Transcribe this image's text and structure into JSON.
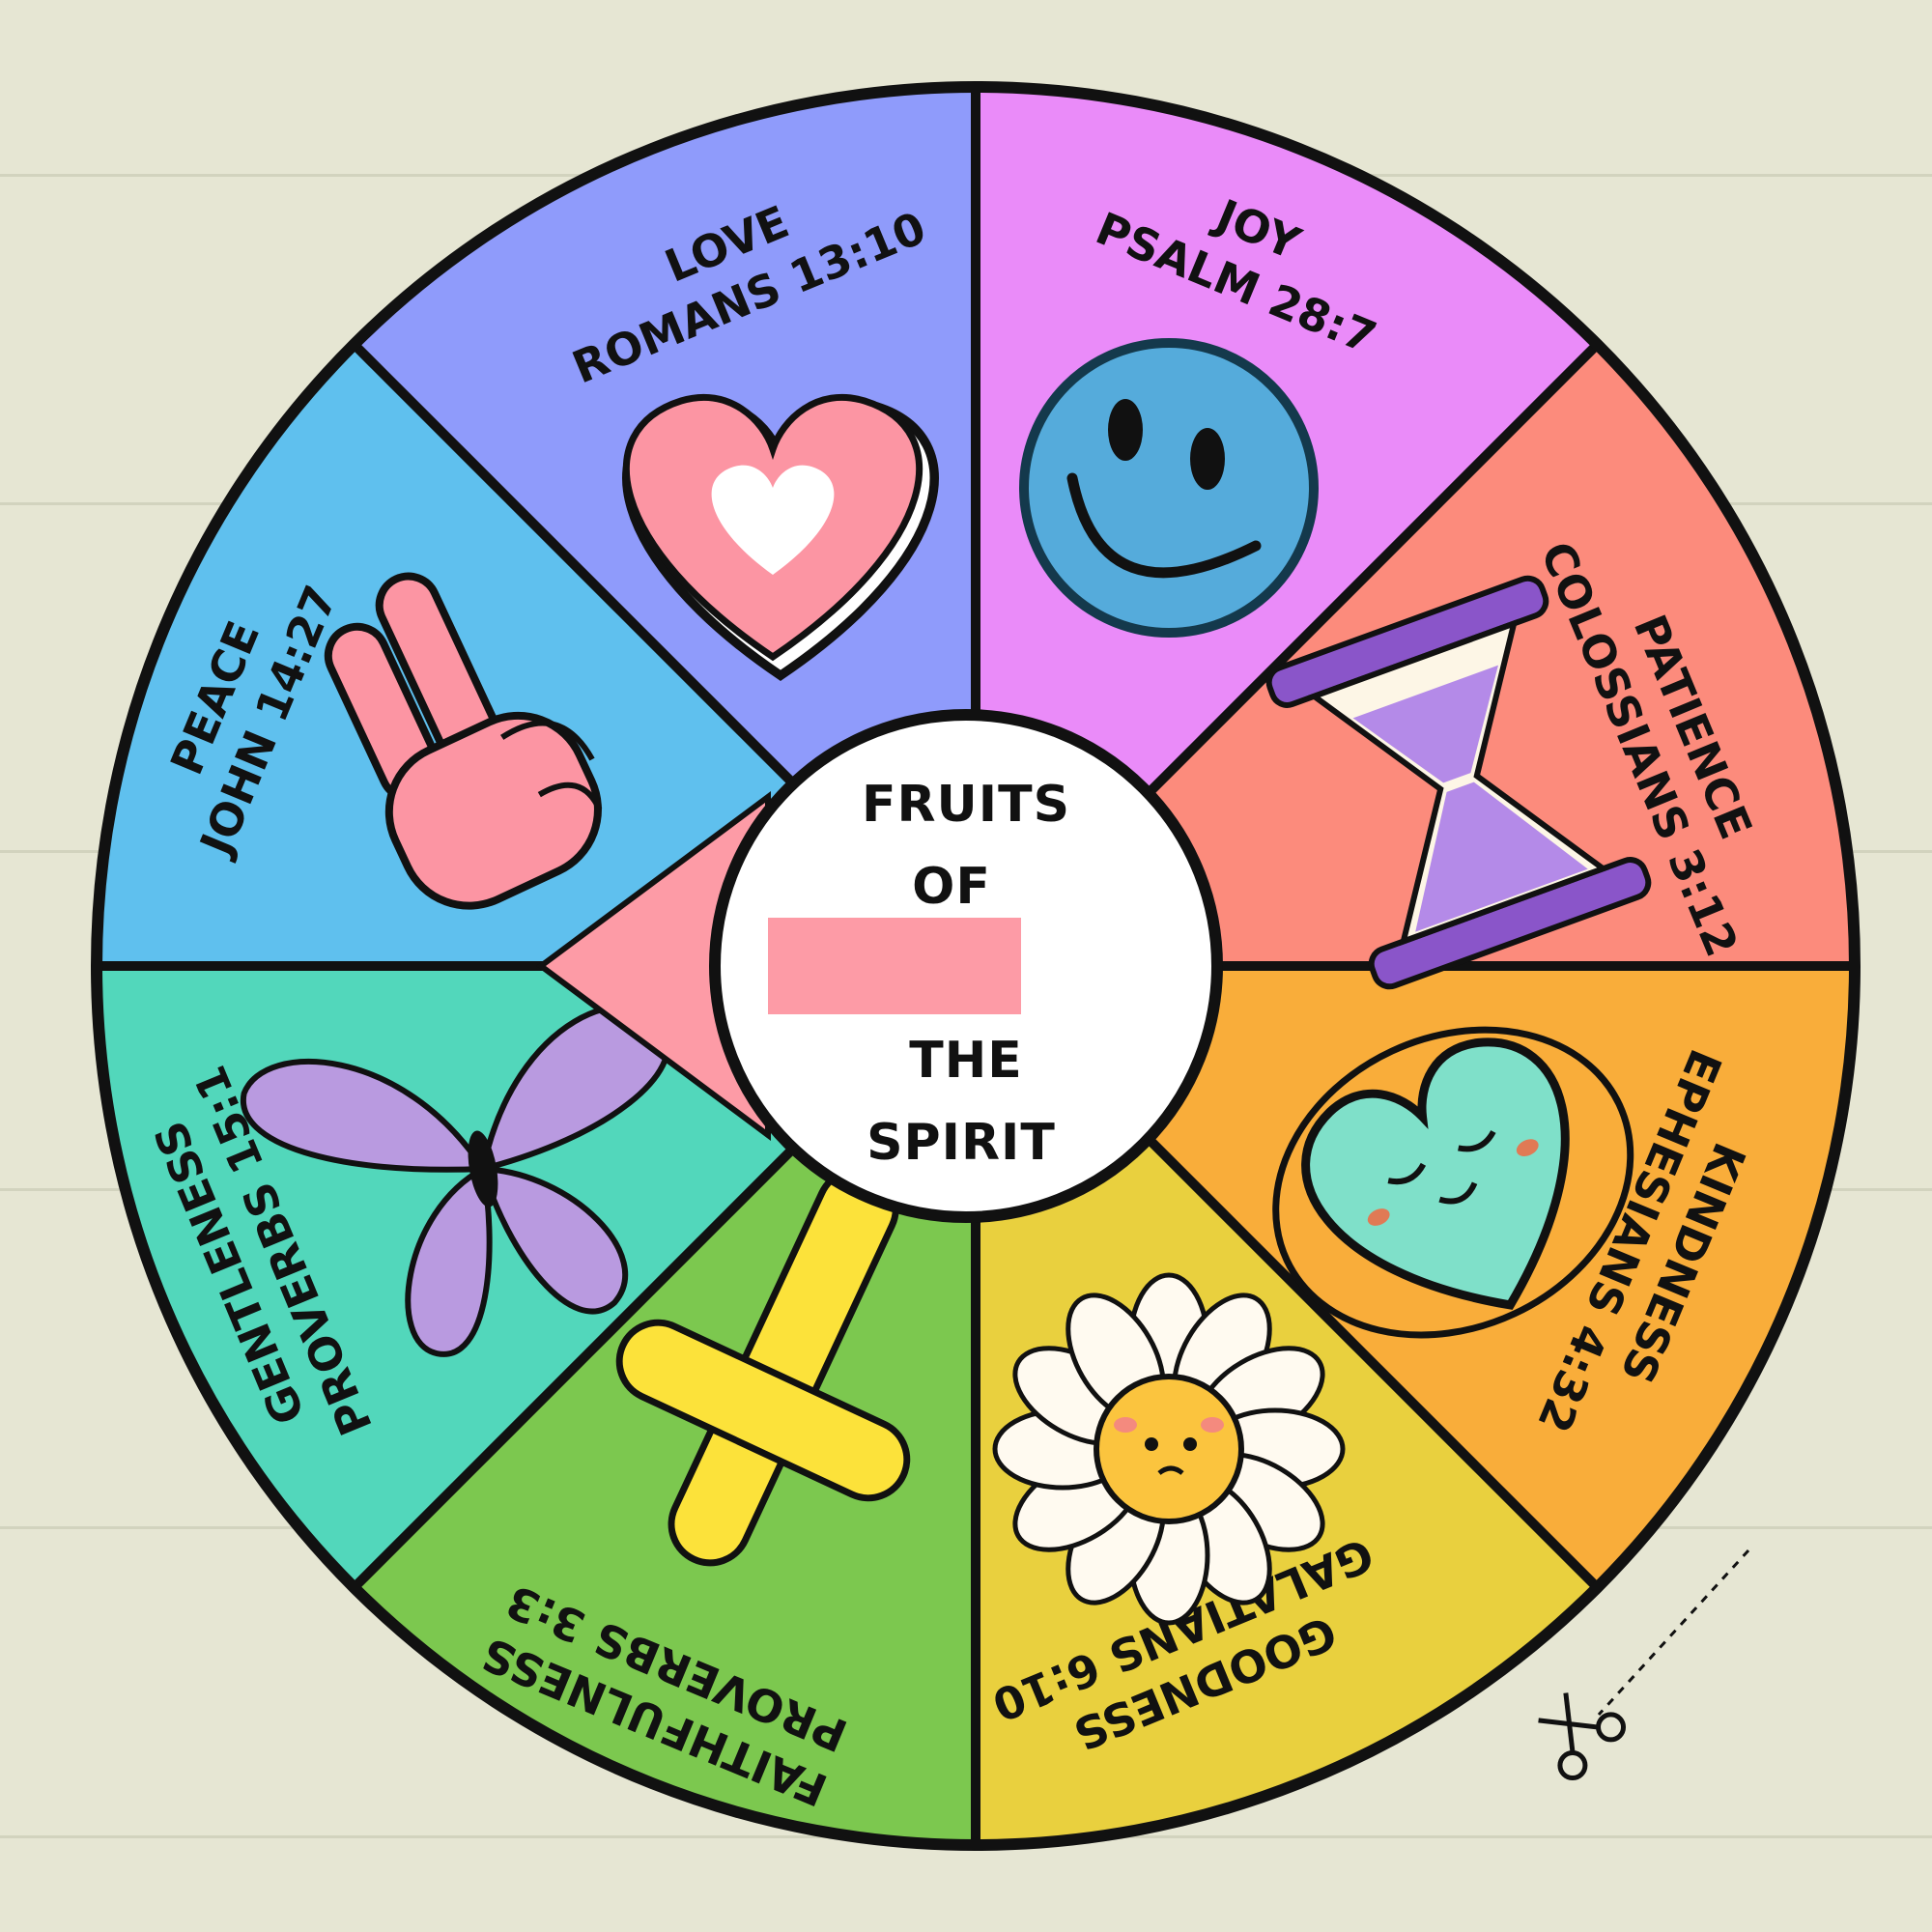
{
  "center": {
    "line1": "FRUITS",
    "line2": "OF",
    "line3": "THE",
    "line4": "SPIRIT"
  },
  "segments": [
    {
      "fruit": "LOVE",
      "verse": "ROMANS 13:10",
      "color": "#8f9bfb",
      "icon": "heart-icon"
    },
    {
      "fruit": "JOY",
      "verse": "PSALM 28:7",
      "color": "#ea8bf9",
      "icon": "smiley-icon"
    },
    {
      "fruit": "PATIENCE",
      "verse": "COLOSSIANS 3:12",
      "color": "#fc8b7c",
      "icon": "hourglass-icon"
    },
    {
      "fruit": "KINDNESS",
      "verse": "EPHESIANS 4:32",
      "color": "#f9ad3a",
      "icon": "hugging-heart-icon"
    },
    {
      "fruit": "GOODNESS",
      "verse": "GALATIANS 6:10",
      "color": "#e9d03e",
      "icon": "flower-icon"
    },
    {
      "fruit": "FAITHFULNESS",
      "verse": "PROVERBS 3:3",
      "color": "#7cc84f",
      "icon": "cross-icon"
    },
    {
      "fruit": "GENTLENESS",
      "verse": "PROVERBS 15:1",
      "color": "#52d7bb",
      "icon": "butterfly-icon"
    },
    {
      "fruit": "PEACE",
      "verse": "JOHN 14:27",
      "color": "#5fc0ee",
      "icon": "peace-hand-icon"
    }
  ],
  "pointer": {
    "color": "#fd9ba6",
    "icon": "arrow-pointer-icon"
  },
  "cut_marker": {
    "icon": "scissors-icon"
  }
}
